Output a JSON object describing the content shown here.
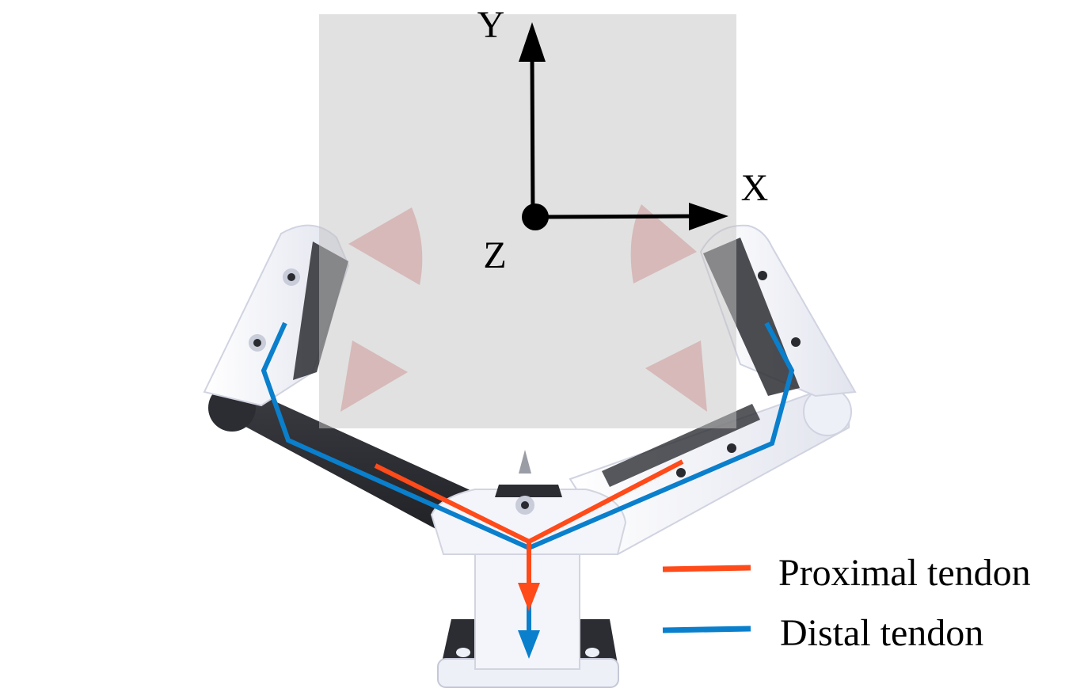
{
  "axes": {
    "x_label": "X",
    "y_label": "Y",
    "z_label": "Z"
  },
  "legend": {
    "placement": "bottom-right",
    "items": [
      {
        "label": "Proximal tendon",
        "color": "#ff4a1a"
      },
      {
        "label": "Distal tendon",
        "color": "#0a7fcc"
      }
    ]
  },
  "colors": {
    "workspace_plane": "#d6d6d6",
    "link_dark": "#2a2b30",
    "link_light": "#f4f5fa",
    "cone": "#c98a88"
  }
}
